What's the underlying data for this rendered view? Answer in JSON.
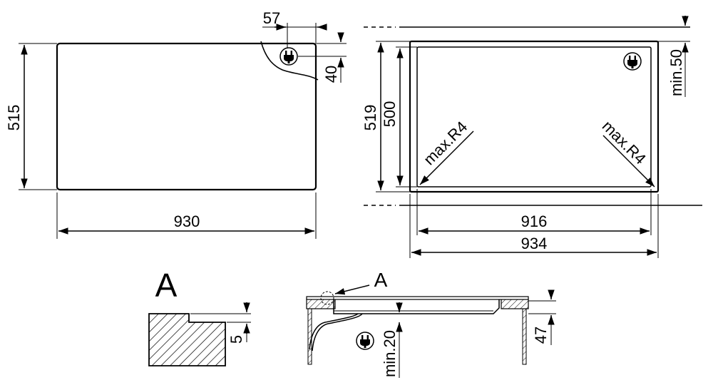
{
  "top_view": {
    "width_label": "930",
    "depth_label": "515",
    "plug_offset_x_label": "57",
    "plug_offset_y_label": "40"
  },
  "cutout_view": {
    "outer_width_label": "934",
    "inner_width_label": "916",
    "outer_depth_label": "519",
    "inner_depth_label": "500",
    "rear_clearance_label": "min.50",
    "radius_left_label": "max.R4",
    "radius_right_label": "max.R4"
  },
  "detail_view": {
    "detail_letter": "A",
    "step_label": "5"
  },
  "section_view": {
    "callout_letter": "A",
    "height_label": "47",
    "clearance_label": "min.20"
  },
  "icons": [
    "plug-icon",
    "plug-icon",
    "plug-icon"
  ]
}
